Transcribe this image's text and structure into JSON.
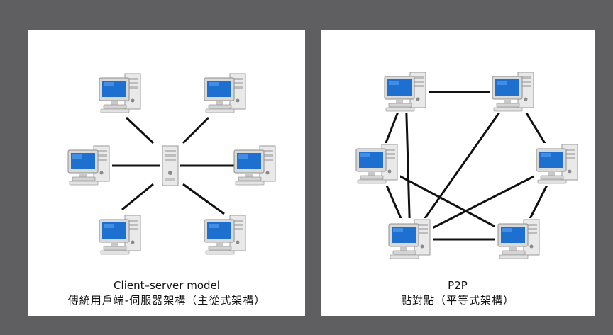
{
  "colors": {
    "background": "#5f5f61",
    "panel": "#ffffff",
    "line": "#111111",
    "monitor_screen": "#1d6fd0",
    "case": "#e9e9e9"
  },
  "icons": {
    "client": "desktop-computer-icon",
    "server": "server-tower-icon"
  },
  "client_server": {
    "title_en": "Client–server model",
    "title_zh": "傳統用戶端-伺服器架構（主從式架構）",
    "nodes": [
      {
        "id": "top-left",
        "kind": "client"
      },
      {
        "id": "top-right",
        "kind": "client"
      },
      {
        "id": "mid-left",
        "kind": "client"
      },
      {
        "id": "server",
        "kind": "server"
      },
      {
        "id": "mid-right",
        "kind": "client"
      },
      {
        "id": "bottom-left",
        "kind": "client"
      },
      {
        "id": "bottom-right",
        "kind": "client"
      }
    ],
    "edges": [
      [
        "top-left",
        "server"
      ],
      [
        "top-right",
        "server"
      ],
      [
        "mid-left",
        "server"
      ],
      [
        "mid-right",
        "server"
      ],
      [
        "bottom-left",
        "server"
      ],
      [
        "bottom-right",
        "server"
      ]
    ]
  },
  "p2p": {
    "title_en": "P2P",
    "title_zh": "點對點（平等式架構）",
    "nodes": [
      {
        "id": "A",
        "kind": "client"
      },
      {
        "id": "B",
        "kind": "client"
      },
      {
        "id": "C",
        "kind": "client"
      },
      {
        "id": "D",
        "kind": "client"
      },
      {
        "id": "E",
        "kind": "client"
      },
      {
        "id": "F",
        "kind": "client"
      }
    ],
    "edges": [
      [
        "A",
        "B"
      ],
      [
        "A",
        "C"
      ],
      [
        "A",
        "E"
      ],
      [
        "B",
        "D"
      ],
      [
        "B",
        "E"
      ],
      [
        "C",
        "E"
      ],
      [
        "C",
        "F"
      ],
      [
        "D",
        "E"
      ],
      [
        "D",
        "F"
      ],
      [
        "E",
        "F"
      ]
    ]
  }
}
